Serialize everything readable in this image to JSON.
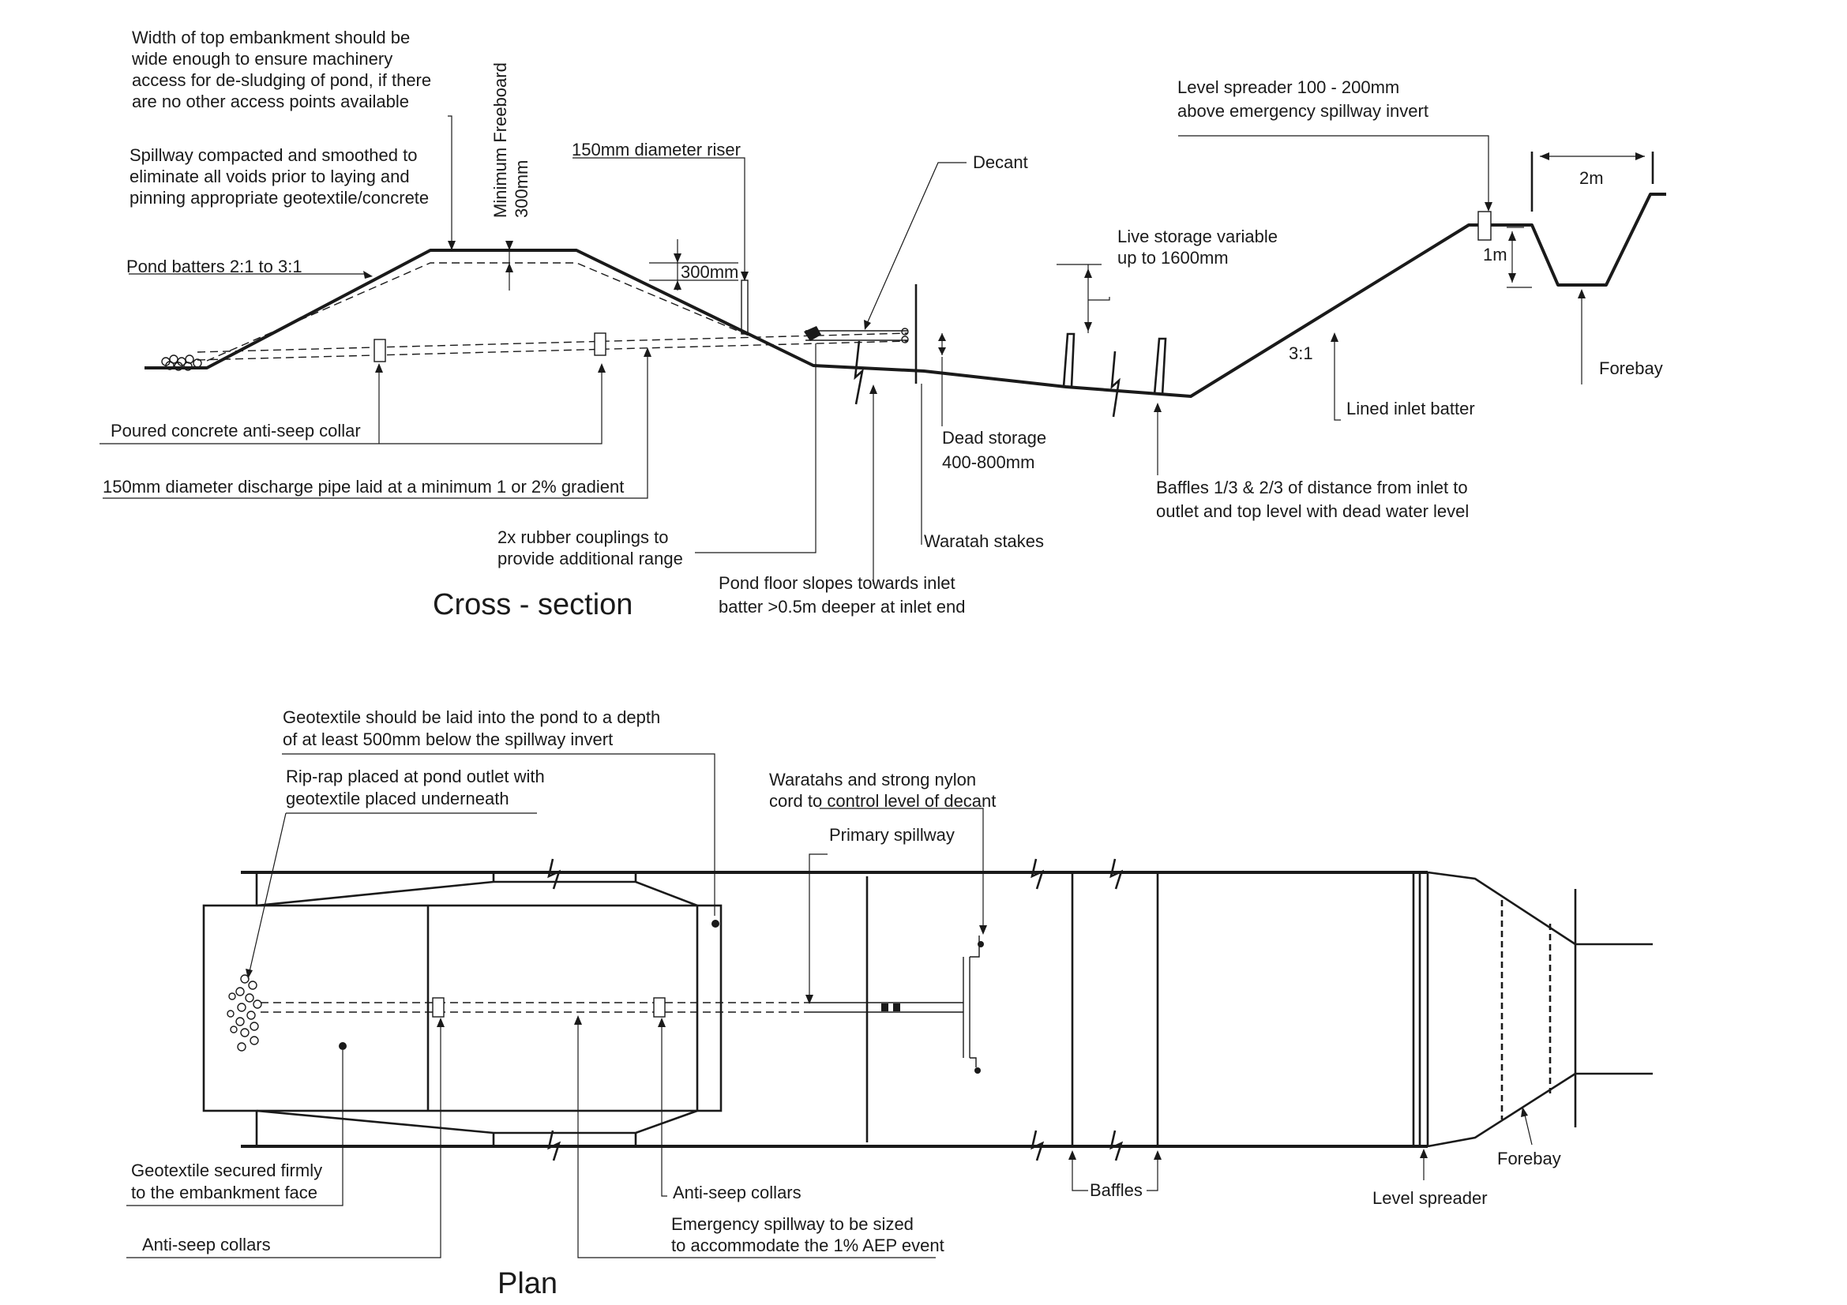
{
  "cross_section": {
    "title": "Cross - section",
    "labels": {
      "embankment_width": [
        "Width of top embankment should be",
        "wide enough to ensure machinery",
        "access for de-sludging of pond, if there",
        "are no other access points available"
      ],
      "spillway_compacted": [
        "Spillway compacted and smoothed to",
        "eliminate all voids prior to laying and",
        "pinning appropriate geotextile/concrete"
      ],
      "pond_batters": "Pond batters 2:1 to 3:1",
      "freeboard": [
        "Minimum Freeboard",
        "300mm"
      ],
      "riser": "150mm diameter riser",
      "riser_dim": "300mm",
      "decant": "Decant",
      "live_storage": [
        "Live storage variable",
        "up to 1600mm"
      ],
      "level_spreader_note": [
        "Level spreader 100 - 200mm",
        "above emergency spillway invert"
      ],
      "forebay_width": "2m",
      "forebay_depth": "1m",
      "forebay": "Forebay",
      "inlet_slope": "3:1",
      "lined_batter": "Lined inlet batter",
      "anti_seep": "Poured concrete anti-seep collar",
      "discharge_pipe": "150mm diameter discharge pipe laid at a minimum 1 or 2% gradient",
      "couplings": [
        "2x rubber couplings to",
        "provide additional range"
      ],
      "dead_storage": [
        "Dead storage",
        "400-800mm"
      ],
      "waratah_stakes": "Waratah stakes",
      "floor_slope": [
        "Pond floor slopes towards inlet",
        "batter >0.5m deeper at inlet end"
      ],
      "baffles_note": [
        "Baffles 1/3 & 2/3 of distance from inlet to",
        "outlet and top level with dead water level"
      ]
    }
  },
  "plan": {
    "title": "Plan",
    "labels": {
      "geotextile_depth": [
        "Geotextile should be laid into the pond to a depth",
        "of at least 500mm below the spillway invert"
      ],
      "rip_rap": [
        "Rip-rap placed at pond outlet with",
        "geotextile placed underneath"
      ],
      "waratahs_cord": [
        "Waratahs and strong nylon",
        "cord to control level of decant"
      ],
      "primary_spillway": "Primary spillway",
      "geotextile_secured": [
        "Geotextile secured firmly",
        "to the embankment face"
      ],
      "anti_seep_left": "Anti-seep collars",
      "anti_seep_mid": "Anti-seep collars",
      "emergency_spillway": [
        "Emergency spillway to be sized",
        "to accommodate the 1% AEP event"
      ],
      "baffles": "Baffles",
      "level_spreader": "Level spreader",
      "forebay": "Forebay"
    }
  }
}
